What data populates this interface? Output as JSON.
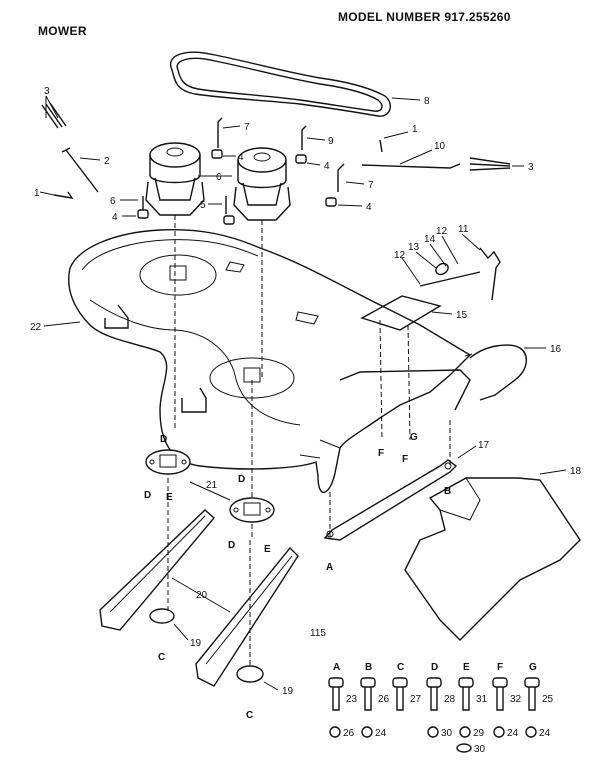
{
  "header": {
    "section": "MOWER",
    "model": "MODEL NUMBER 917.255260"
  },
  "page_mark": "115",
  "callouts": {
    "n1a": "1",
    "n1b": "1",
    "n2": "2",
    "n3a": "3",
    "n3b": "3",
    "n4a": "4",
    "n4b": "4",
    "n4c": "4",
    "n4d": "4",
    "n5": "5",
    "n6a": "6",
    "n6b": "6",
    "n7a": "7",
    "n7b": "7",
    "n8": "8",
    "n9": "9",
    "n10": "10",
    "n11": "11",
    "n12a": "12",
    "n12b": "12",
    "n13": "13",
    "n14": "14",
    "n15": "15",
    "n16": "16",
    "n17": "17",
    "n18": "18",
    "n19a": "19",
    "n19b": "19",
    "n20": "20",
    "n21": "21",
    "n22": "22"
  },
  "ref_letters": {
    "dA": "D",
    "dB": "D",
    "dC": "D",
    "dD": "D",
    "eA": "E",
    "eB": "E",
    "fA": "F",
    "fB": "F",
    "gA": "G",
    "bA": "B",
    "aA": "A",
    "cA": "C",
    "cB": "C"
  },
  "hardware_key": [
    {
      "letter": "A",
      "bolt": "23",
      "nut": "26"
    },
    {
      "letter": "B",
      "bolt": "26",
      "nut": "24"
    },
    {
      "letter": "C",
      "bolt": "27",
      "nut": ""
    },
    {
      "letter": "D",
      "bolt": "28",
      "nut": "30"
    },
    {
      "letter": "E",
      "bolt": "31",
      "nut": "29"
    },
    {
      "letter": "F",
      "bolt": "32",
      "nut": "24"
    },
    {
      "letter": "G",
      "bolt": "25",
      "nut": "24"
    }
  ],
  "extra_key_labels": {
    "k30": "30"
  }
}
